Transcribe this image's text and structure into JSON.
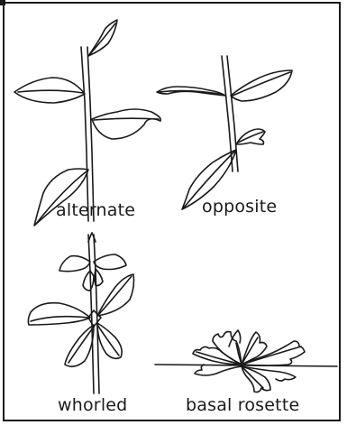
{
  "labels": {
    "alternate": "alternate",
    "opposite": "opposite",
    "whorled": "whorled",
    "basal_rosette": "basal rosette"
  }
}
